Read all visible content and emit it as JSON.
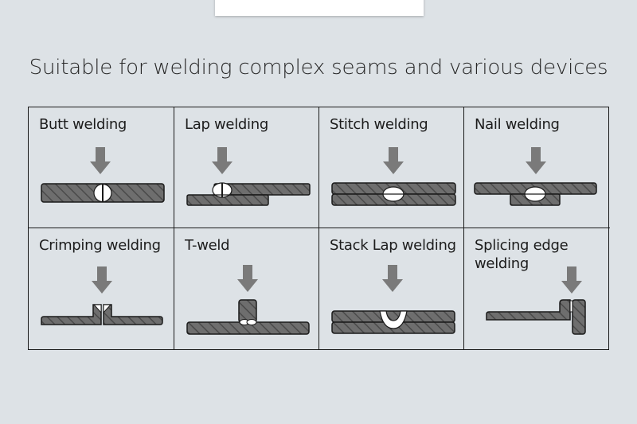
{
  "headline": "Suitable for welding complex seams and various devices",
  "colors": {
    "background": "#dde2e6",
    "plate": "#6e6e6e",
    "arrow": "#7a7a7a",
    "weld": "#ffffff",
    "outline": "#1a1a1a"
  },
  "icons": [
    "down-arrow-icon",
    "hatched-plate-icon",
    "weld-bead-icon"
  ],
  "welds": [
    {
      "label": "Butt welding"
    },
    {
      "label": "Lap welding"
    },
    {
      "label": "Stitch welding"
    },
    {
      "label": "Nail welding"
    },
    {
      "label": "Crimping welding"
    },
    {
      "label": "T-weld"
    },
    {
      "label": "Stack Lap welding"
    },
    {
      "label": "Splicing edge welding"
    }
  ]
}
